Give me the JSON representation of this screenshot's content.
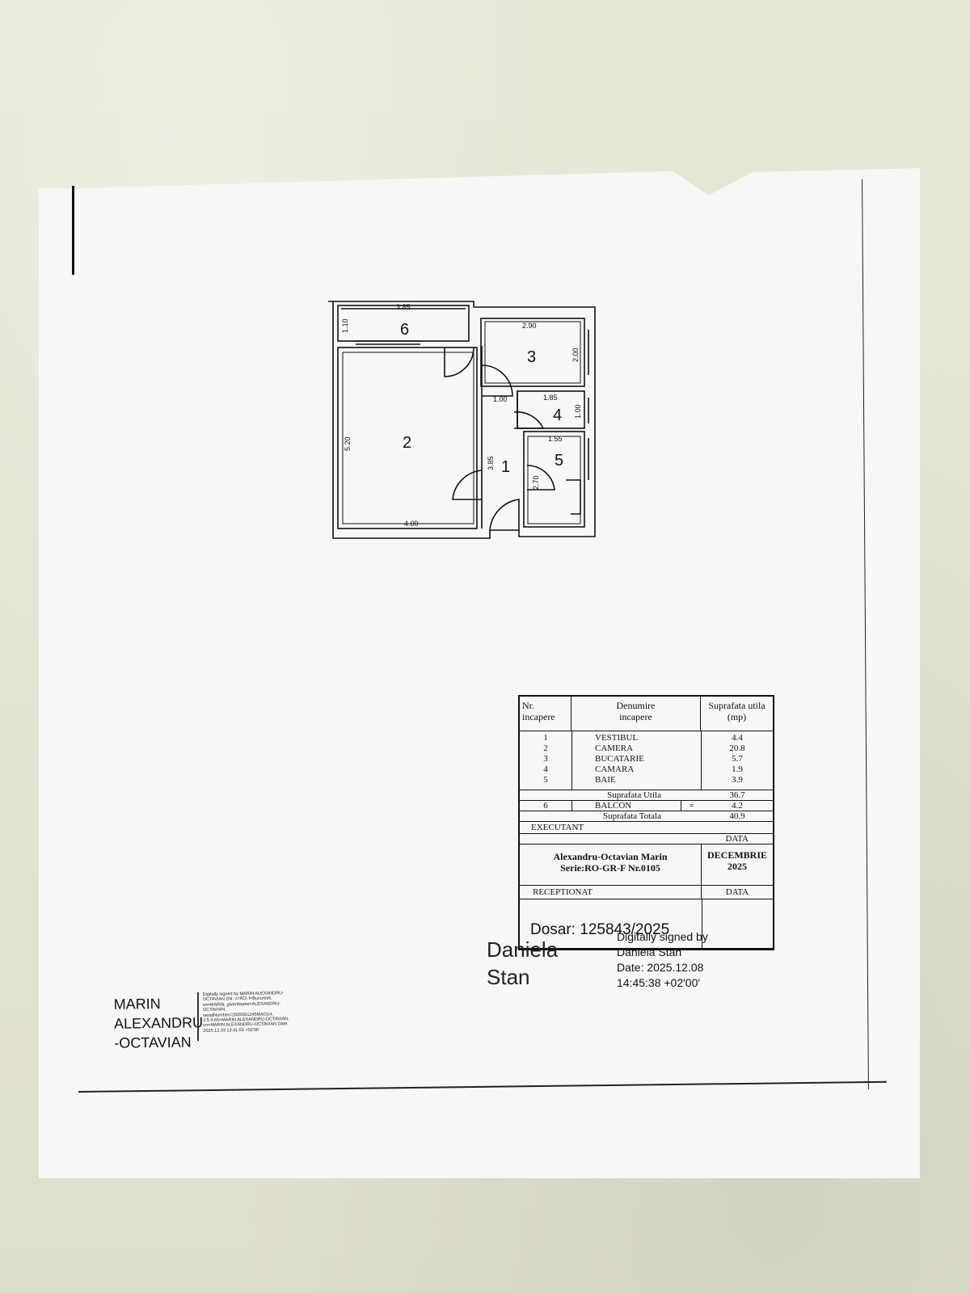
{
  "floor_plan": {
    "rooms": [
      {
        "number": "1"
      },
      {
        "number": "2"
      },
      {
        "number": "3"
      },
      {
        "number": "4"
      },
      {
        "number": "5"
      },
      {
        "number": "6"
      }
    ],
    "dimensions": [
      "3.85",
      "1.10",
      "2.90",
      "2.00",
      "1.00",
      "1.85",
      "1.00",
      "1.55",
      "5.20",
      "3.85",
      "2.70",
      "4.00"
    ]
  },
  "table": {
    "header": {
      "nr": "Nr.\nincapere",
      "denumire": "Denumire\nincapere",
      "suprafata": "Suprafata utila\n(mp)"
    },
    "rows": [
      {
        "nr": "1",
        "name": "VESTIBUL",
        "area": "4.4"
      },
      {
        "nr": "2",
        "name": "CAMERA",
        "area": "20.8"
      },
      {
        "nr": "3",
        "name": "BUCATARIE",
        "area": "5.7"
      },
      {
        "nr": "4",
        "name": "CAMARA",
        "area": "1.9"
      },
      {
        "nr": "5",
        "name": "BAIE",
        "area": "3.9"
      }
    ],
    "suprafata_utila_label": "Suprafata Utila",
    "suprafata_utila_value": "36.7",
    "balcon": {
      "nr": "6",
      "name": "BALCON",
      "mark": "=",
      "area": "4.2"
    },
    "suprafata_totala_label": "Suprafata Totala",
    "suprafata_totala_value": "40.9",
    "executant_label": "EXECUTANT",
    "data_label": "DATA",
    "executant_name": "Alexandru-Octavian Marin",
    "executant_serie": "Serie:RO-GR-F Nr.0105",
    "date_month": "DECEMBRIE",
    "date_year": "2025",
    "receptionat_label": "RECEPTIONAT",
    "data_label_2": "DATA"
  },
  "stamp": {
    "dosar": "Dosar: 125843/2025",
    "signer_first": "Daniela",
    "signer_last": "Stan",
    "signed_by": "Digitally signed by",
    "signed_name": "Daniela Stan",
    "signed_date": "Date: 2025.12.08",
    "signed_time": "14:45:38 +02'00'"
  },
  "signature_marin": {
    "line1": "MARIN",
    "line2": "ALEXANDRU",
    "line3": "-OCTAVIAN",
    "details": "Digitally signed by MARIN ALEXANDRU-OCTAVIAN DN: c=RO, l=Bucuresti, sn=MARIN, givenName=ALEXANDRU-OCTAVIAN, serialNumber=2005061245MAO14, 2.5.4.65=MARIN ALEXANDRU-OCTAVIAN, cn=MARIN ALEXANDRU-OCTAVIAN Date: 2025.12.03 13:41:03 +02'00'"
  }
}
